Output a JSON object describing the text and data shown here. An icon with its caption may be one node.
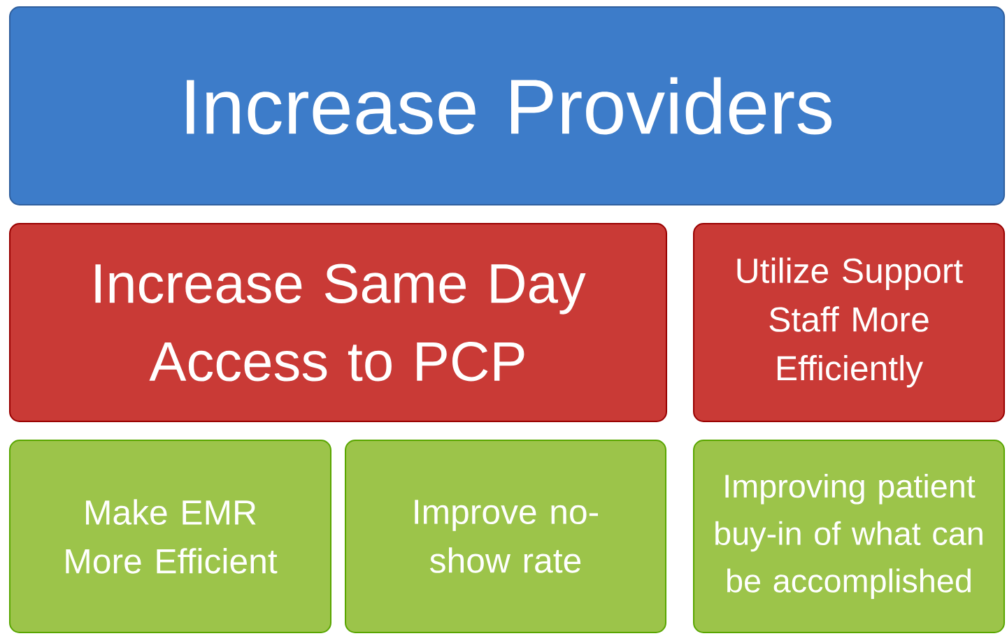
{
  "diagram": {
    "nodes": [
      {
        "text": [
          "Increase Providers"
        ]
      },
      {
        "text": [
          "Increase Same Day Access to PCP"
        ]
      },
      {
        "text": [
          "Utilize Support Staff More Efficiently"
        ]
      },
      {
        "text": [
          "Make EMR More Efficient"
        ]
      },
      {
        "text": [
          "Improve no-show rate"
        ]
      },
      {
        "text": [
          "Improving patient buy-in of what can be accomplished"
        ]
      }
    ]
  }
}
